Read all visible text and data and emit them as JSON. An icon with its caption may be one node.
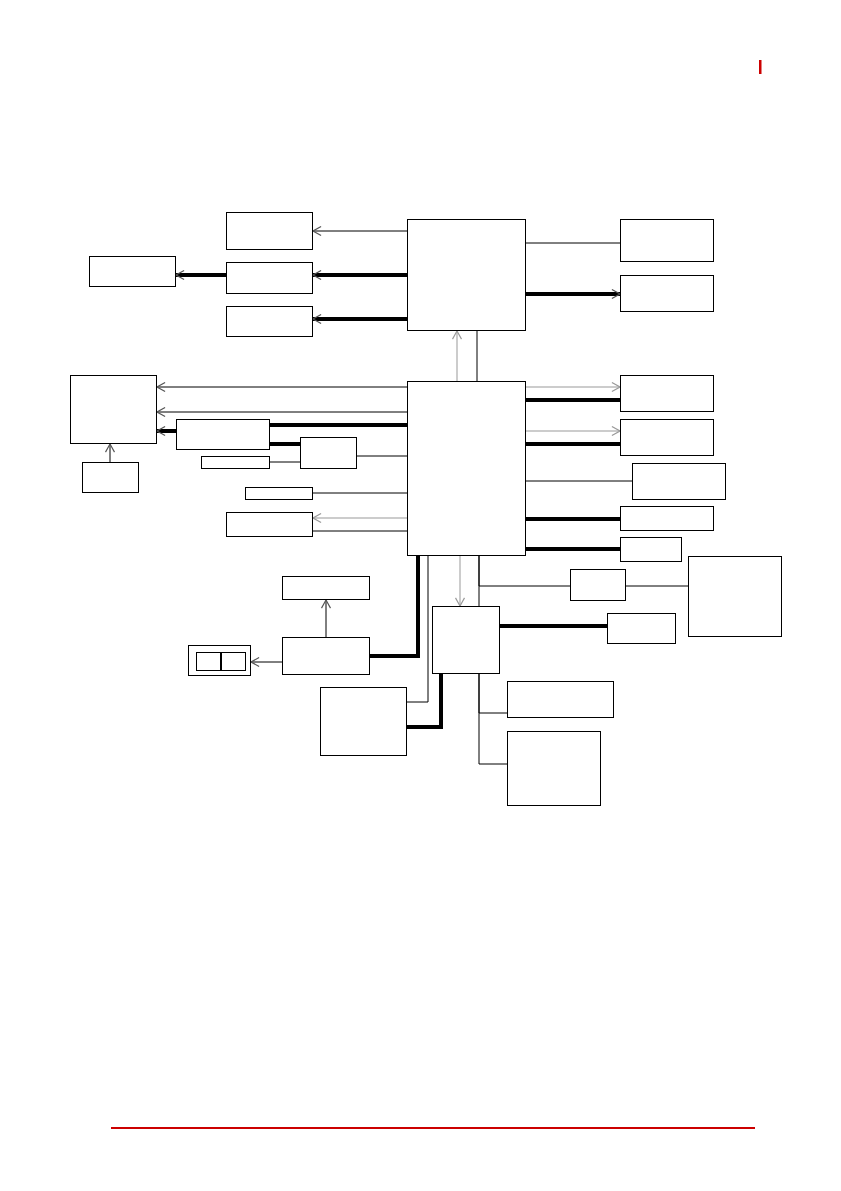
{
  "diagram": {
    "nodes": [
      {
        "text": [],
        "shape": "box"
      },
      {
        "text": [],
        "shape": "box"
      },
      {
        "text": [],
        "shape": "box"
      },
      {
        "text": [],
        "shape": "box"
      },
      {
        "text": [],
        "shape": "box"
      },
      {
        "text": [],
        "shape": "box"
      },
      {
        "text": [],
        "shape": "box"
      },
      {
        "text": [],
        "shape": "box"
      },
      {
        "text": [],
        "shape": "box"
      },
      {
        "text": [],
        "shape": "box"
      },
      {
        "text": [],
        "shape": "box"
      },
      {
        "text": [],
        "shape": "box"
      },
      {
        "text": [],
        "shape": "box"
      },
      {
        "text": [],
        "shape": "box"
      },
      {
        "text": [],
        "shape": "box"
      },
      {
        "text": [],
        "shape": "box"
      },
      {
        "text": [],
        "shape": "box"
      },
      {
        "text": [],
        "shape": "box"
      },
      {
        "text": [],
        "shape": "box"
      },
      {
        "text": [],
        "shape": "box"
      },
      {
        "text": [],
        "shape": "box"
      },
      {
        "text": [],
        "shape": "box"
      },
      {
        "text": [],
        "shape": "box"
      },
      {
        "text": [],
        "shape": "box"
      },
      {
        "text": [],
        "shape": "box"
      },
      {
        "text": [],
        "shape": "box"
      },
      {
        "text": [],
        "shape": "box",
        "in": 25
      },
      {
        "text": [],
        "shape": "box",
        "in": 25
      },
      {
        "text": [],
        "shape": "box"
      },
      {
        "text": [],
        "shape": "box"
      },
      {
        "text": [],
        "shape": "box"
      },
      {
        "text": [],
        "shape": "box"
      }
    ],
    "edges": [
      {
        "from": 0,
        "to": 1,
        "arrow": "to"
      },
      {
        "from": 0,
        "to": 3,
        "arrow": "to",
        "style": "thick"
      },
      {
        "from": 3,
        "to": 2,
        "arrow": "to",
        "style": "thick"
      },
      {
        "from": 0,
        "to": 4,
        "arrow": "to",
        "style": "thick"
      },
      {
        "from": 0,
        "to": 5,
        "arrow": "none"
      },
      {
        "from": 0,
        "to": 6,
        "arrow": "to",
        "style": "thick"
      },
      {
        "from": 7,
        "to": 0,
        "arrow": "to",
        "color": "#999999"
      },
      {
        "from": 7,
        "to": 0,
        "arrow": "none"
      },
      {
        "from": 7,
        "to": 8,
        "arrow": "to"
      },
      {
        "from": 7,
        "to": 8,
        "arrow": "to"
      },
      {
        "from": 7,
        "to": 10,
        "arrow": "none",
        "style": "thick"
      },
      {
        "from": 10,
        "to": 8,
        "arrow": "to",
        "style": "thick"
      },
      {
        "from": 10,
        "to": 11,
        "arrow": "none",
        "style": "thick"
      },
      {
        "from": 12,
        "to": 11,
        "arrow": "none"
      },
      {
        "from": 11,
        "to": 7,
        "arrow": "none"
      },
      {
        "from": 9,
        "to": 8,
        "arrow": "to"
      },
      {
        "from": 13,
        "to": 7,
        "arrow": "none"
      },
      {
        "from": 7,
        "to": 14,
        "arrow": "to",
        "color": "#999999"
      },
      {
        "from": 14,
        "to": 7,
        "arrow": "none"
      },
      {
        "from": 7,
        "to": 15,
        "arrow": "to",
        "color": "#999999"
      },
      {
        "from": 7,
        "to": 15,
        "arrow": "none",
        "style": "thick"
      },
      {
        "from": 7,
        "to": 16,
        "arrow": "to",
        "color": "#999999"
      },
      {
        "from": 7,
        "to": 16,
        "arrow": "none",
        "style": "thick"
      },
      {
        "from": 7,
        "to": 17,
        "arrow": "none"
      },
      {
        "from": 7,
        "to": 18,
        "arrow": "none",
        "style": "thick"
      },
      {
        "from": 7,
        "to": 19,
        "arrow": "none",
        "style": "thick"
      },
      {
        "from": 7,
        "to": 23,
        "arrow": "to",
        "color": "#999999"
      },
      {
        "from": 7,
        "to": 23,
        "arrow": "none"
      },
      {
        "from": 7,
        "to": 20,
        "arrow": "none"
      },
      {
        "from": 20,
        "to": 21,
        "arrow": "none"
      },
      {
        "from": 23,
        "to": 24,
        "arrow": "none",
        "style": "thick"
      },
      {
        "from": 23,
        "to": 30,
        "arrow": "none"
      },
      {
        "from": 23,
        "to": 31,
        "arrow": "none"
      },
      {
        "from": 28,
        "to": 22,
        "arrow": "to"
      },
      {
        "from": 28,
        "to": 25,
        "arrow": "to"
      },
      {
        "from": 7,
        "to": 28,
        "arrow": "none",
        "style": "thick"
      },
      {
        "from": 7,
        "to": 29,
        "arrow": "none"
      },
      {
        "from": 23,
        "to": 29,
        "arrow": "none",
        "style": "thick"
      }
    ]
  }
}
